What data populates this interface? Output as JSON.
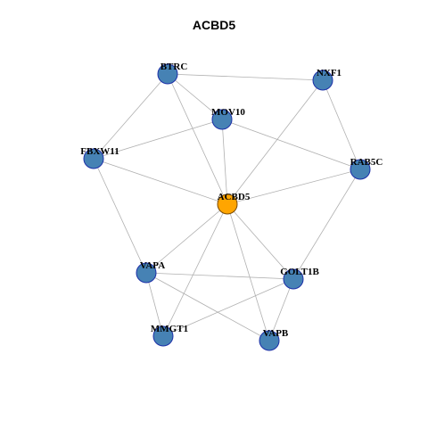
{
  "title": "ACBD5",
  "colors": {
    "center_node": "#FFA500",
    "node": "#4682B4",
    "node_stroke": "#1C2FA8",
    "center_stroke": "#7A4A00",
    "edge": "#B0B0B0"
  },
  "nodes": [
    {
      "id": "ACBD5",
      "label": "ACBD5",
      "center": true
    },
    {
      "id": "BTRC",
      "label": "BTRC"
    },
    {
      "id": "NXF1",
      "label": "NXF1"
    },
    {
      "id": "MOV10",
      "label": "MOV10"
    },
    {
      "id": "FBXW11",
      "label": "FBXW11"
    },
    {
      "id": "RAB5C",
      "label": "RAB5C"
    },
    {
      "id": "VAPA",
      "label": "VAPA"
    },
    {
      "id": "GOLT1B",
      "label": "GOLT1B"
    },
    {
      "id": "MMGT1",
      "label": "MMGT1"
    },
    {
      "id": "VAPB",
      "label": "VAPB"
    }
  ],
  "edges": [
    [
      "BTRC",
      "NXF1"
    ],
    [
      "BTRC",
      "MOV10"
    ],
    [
      "BTRC",
      "FBXW11"
    ],
    [
      "BTRC",
      "ACBD5"
    ],
    [
      "NXF1",
      "ACBD5"
    ],
    [
      "NXF1",
      "RAB5C"
    ],
    [
      "MOV10",
      "FBXW11"
    ],
    [
      "MOV10",
      "ACBD5"
    ],
    [
      "MOV10",
      "RAB5C"
    ],
    [
      "FBXW11",
      "ACBD5"
    ],
    [
      "FBXW11",
      "VAPA"
    ],
    [
      "RAB5C",
      "ACBD5"
    ],
    [
      "RAB5C",
      "GOLT1B"
    ],
    [
      "ACBD5",
      "VAPA"
    ],
    [
      "ACBD5",
      "GOLT1B"
    ],
    [
      "ACBD5",
      "MMGT1"
    ],
    [
      "ACBD5",
      "VAPB"
    ],
    [
      "VAPA",
      "GOLT1B"
    ],
    [
      "VAPA",
      "MMGT1"
    ],
    [
      "VAPA",
      "VAPB"
    ],
    [
      "GOLT1B",
      "MMGT1"
    ],
    [
      "GOLT1B",
      "VAPB"
    ]
  ]
}
